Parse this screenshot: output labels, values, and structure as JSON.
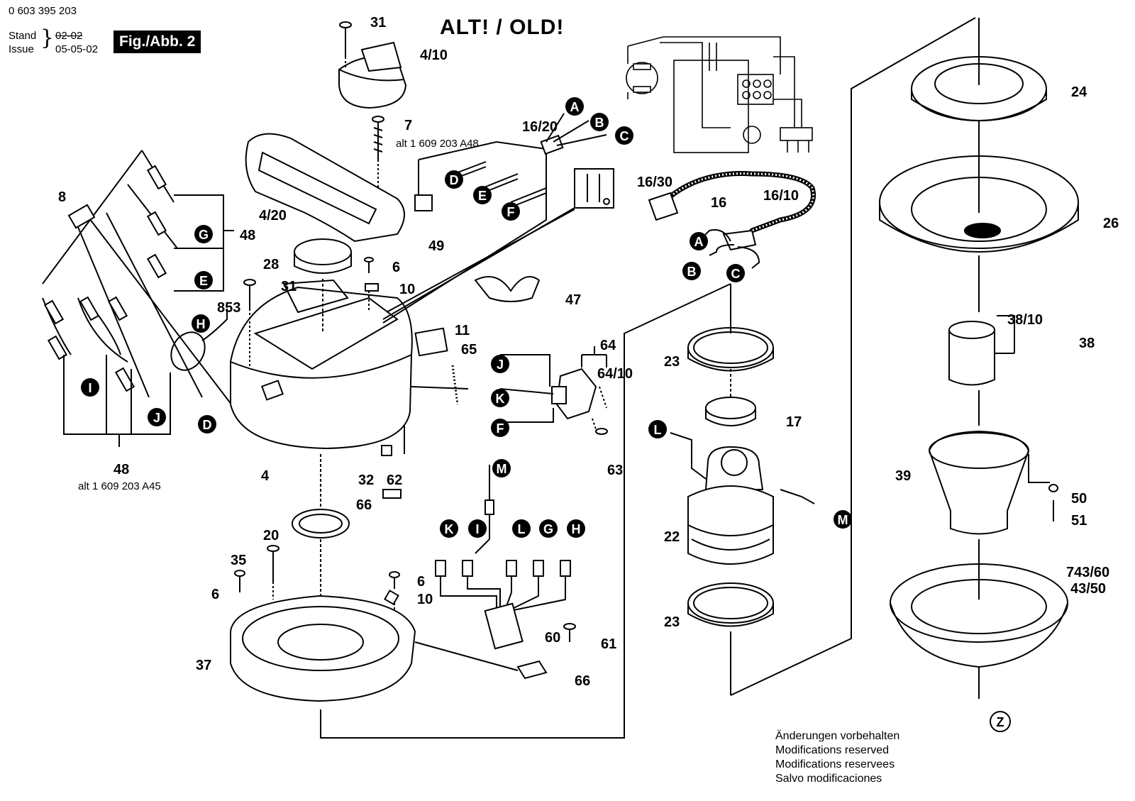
{
  "header": {
    "doc_number": "0 603 395 203",
    "stand_label": "Stand",
    "issue_label": "Issue",
    "stand_value": "02-02",
    "issue_value": "05-05-02",
    "fig_label": "Fig./Abb. 2",
    "alt_title": "ALT! / OLD!"
  },
  "part_labels": [
    {
      "id": "p31a",
      "text": "31"
    },
    {
      "id": "p410",
      "text": "4/10"
    },
    {
      "id": "p7",
      "text": "7"
    },
    {
      "id": "p420",
      "text": "4/20"
    },
    {
      "id": "p8",
      "text": "8"
    },
    {
      "id": "p48a",
      "text": "48"
    },
    {
      "id": "p853",
      "text": "853"
    },
    {
      "id": "p28",
      "text": "28"
    },
    {
      "id": "p31b",
      "text": "31"
    },
    {
      "id": "p6a",
      "text": "6"
    },
    {
      "id": "p10a",
      "text": "10"
    },
    {
      "id": "p1620",
      "text": "16/20"
    },
    {
      "id": "p49",
      "text": "49"
    },
    {
      "id": "p1630",
      "text": "16/30"
    },
    {
      "id": "p16",
      "text": "16"
    },
    {
      "id": "p1610",
      "text": "16/10"
    },
    {
      "id": "p47",
      "text": "47"
    },
    {
      "id": "p11",
      "text": "11"
    },
    {
      "id": "p65",
      "text": "65"
    },
    {
      "id": "p64",
      "text": "64"
    },
    {
      "id": "p6410",
      "text": "64/10"
    },
    {
      "id": "p63",
      "text": "63"
    },
    {
      "id": "p4",
      "text": "4"
    },
    {
      "id": "p32",
      "text": "32"
    },
    {
      "id": "p62",
      "text": "62"
    },
    {
      "id": "p66a",
      "text": "66"
    },
    {
      "id": "p48b",
      "text": "48"
    },
    {
      "id": "p20",
      "text": "20"
    },
    {
      "id": "p35",
      "text": "35"
    },
    {
      "id": "p6b",
      "text": "6"
    },
    {
      "id": "p6c",
      "text": "6"
    },
    {
      "id": "p10b",
      "text": "10"
    },
    {
      "id": "p37",
      "text": "37"
    },
    {
      "id": "p60",
      "text": "60"
    },
    {
      "id": "p61",
      "text": "61"
    },
    {
      "id": "p66b",
      "text": "66"
    },
    {
      "id": "p23a",
      "text": "23"
    },
    {
      "id": "p17",
      "text": "17"
    },
    {
      "id": "p22",
      "text": "22"
    },
    {
      "id": "p23b",
      "text": "23"
    },
    {
      "id": "p24",
      "text": "24"
    },
    {
      "id": "p26",
      "text": "26"
    },
    {
      "id": "p3810",
      "text": "38/10"
    },
    {
      "id": "p38",
      "text": "38"
    },
    {
      "id": "p39",
      "text": "39"
    },
    {
      "id": "p50",
      "text": "50"
    },
    {
      "id": "p51",
      "text": "51"
    },
    {
      "id": "p74360",
      "text": "743/60"
    },
    {
      "id": "p4350",
      "text": "43/50"
    }
  ],
  "notes": {
    "alt_a48": "alt 1 609 203 A48",
    "alt_a45": "alt 1 609 203 A45"
  },
  "connectors": {
    "A": "A",
    "B": "B",
    "C": "C",
    "D": "D",
    "E": "E",
    "F": "F",
    "G": "G",
    "H": "H",
    "I": "I",
    "J": "J",
    "K": "K",
    "L": "L",
    "M": "M",
    "Z": "Z"
  },
  "legend": [
    "Änderungen vorbehalten",
    "Modifications reserved",
    "Modifications reservees",
    "Salvo modificaciones"
  ]
}
